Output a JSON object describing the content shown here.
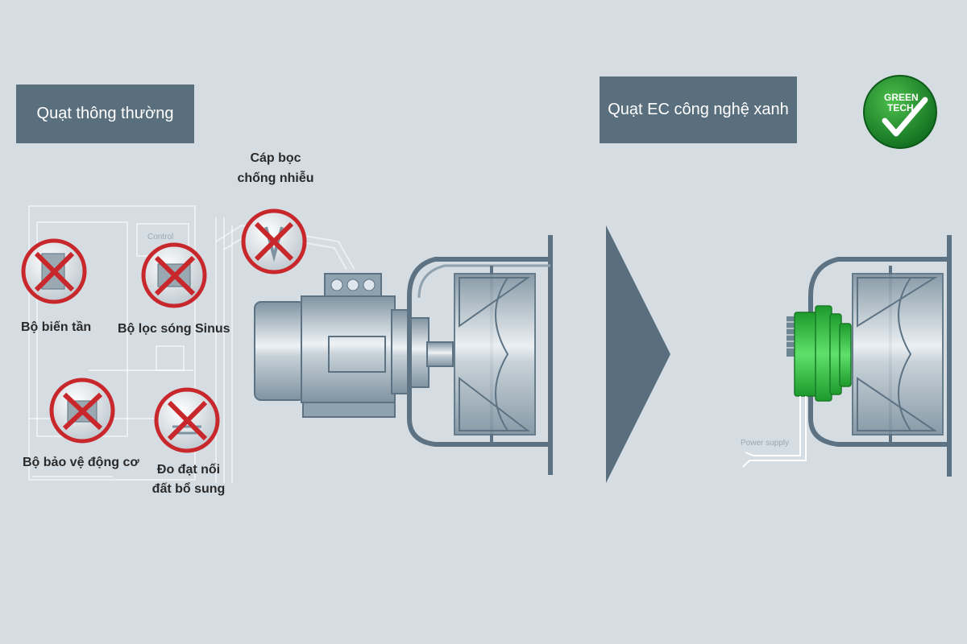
{
  "headers": {
    "left": "Quạt thông thường",
    "right": "Quạt EC công nghệ xanh"
  },
  "badge": {
    "line1": "GREEN",
    "line2": "TECH",
    "color": "#1e8a2e",
    "icon": "checkmark-icon"
  },
  "labels": {
    "shielded_cable_line1": "Cáp bọc",
    "shielded_cable_line2": "chống nhiễu",
    "inverter": "Bộ biến tần",
    "sine_filter": "Bộ lọc sóng Sinus",
    "motor_protection": "Bộ bảo vệ động cơ",
    "grounding_line1": "Đo đạt nối",
    "grounding_line2": "đất bổ sung"
  },
  "small_text": {
    "control": "Control",
    "power_supply": "Power supply"
  },
  "colors": {
    "background": "#d5dce2",
    "header_box": "#5a6f7d",
    "arrow": "#5a6f7d",
    "cross_red": "#c8282c",
    "ec_motor_green": "#2fbf3e",
    "fan_outline": "#5d7383"
  }
}
